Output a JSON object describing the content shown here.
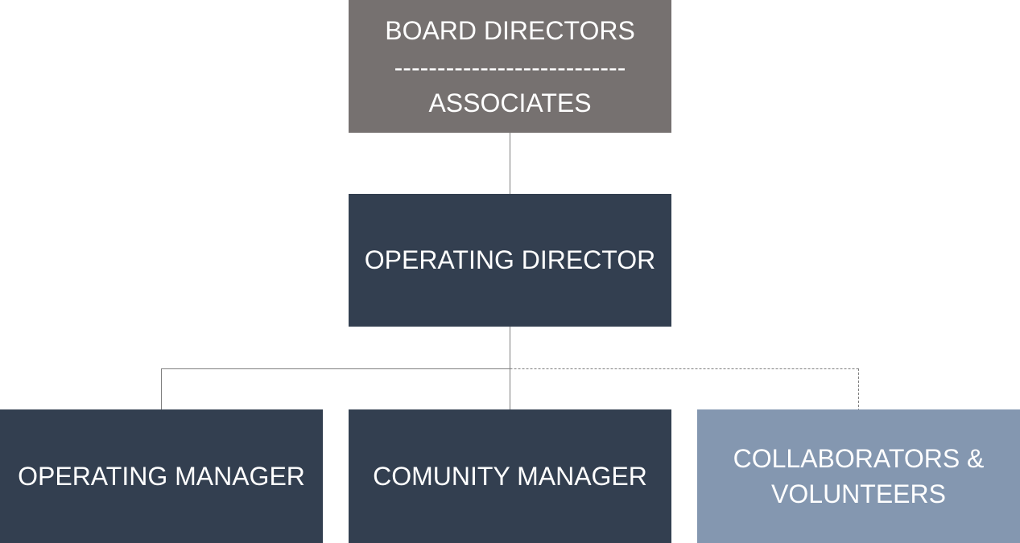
{
  "colors": {
    "board": "#767170",
    "dark": "#333f50",
    "light": "#8497b0",
    "connector": "#7f7f7f"
  },
  "nodes": {
    "board": {
      "line1": "BOARD DIRECTORS",
      "separator": "---------------------------",
      "line2": "ASSOCIATES"
    },
    "operating_director": {
      "label": "OPERATING DIRECTOR"
    },
    "operating_manager": {
      "label": "OPERATING MANAGER"
    },
    "community_manager": {
      "label": "COMUNITY MANAGER"
    },
    "collaborators": {
      "line1": "COLLABORATORS &",
      "line2": "VOLUNTEERS"
    }
  }
}
